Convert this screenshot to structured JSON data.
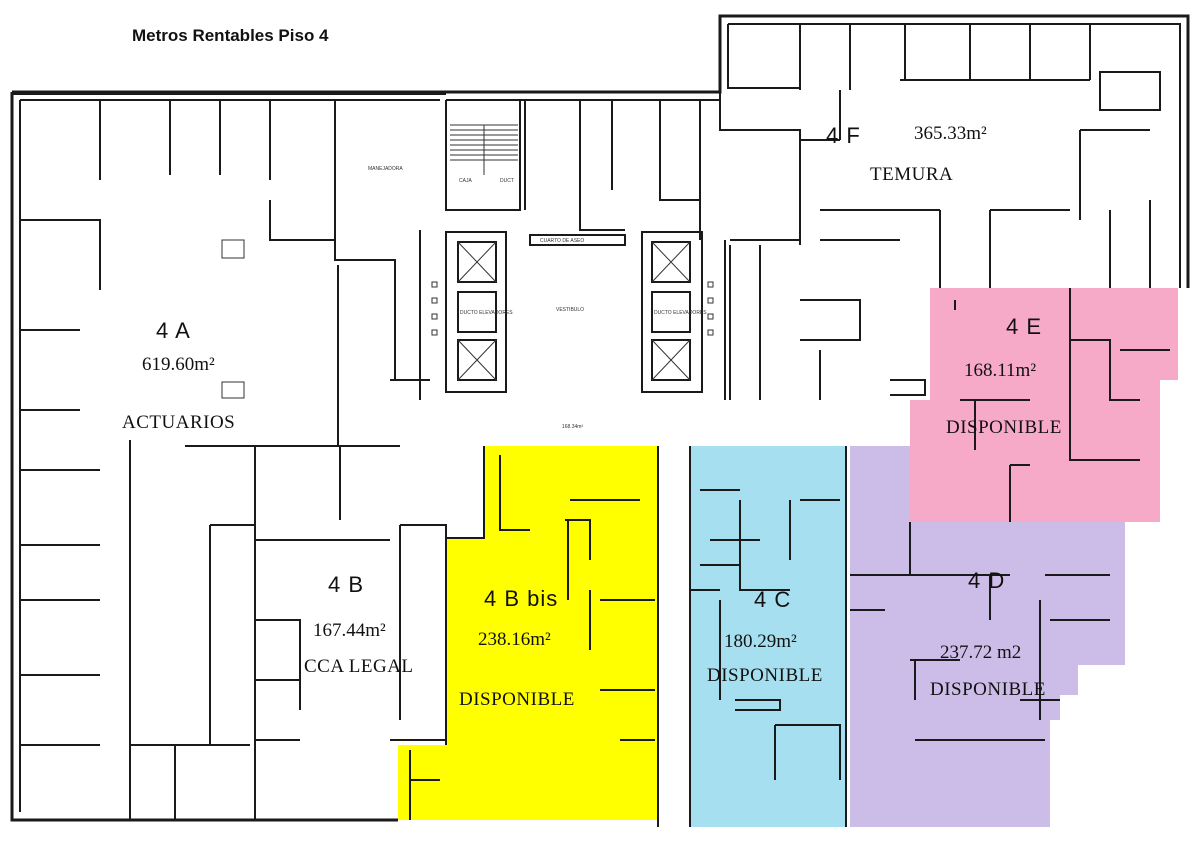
{
  "title": "Metros Rentables Piso 4",
  "colors": {
    "b_bis": "#ffff00",
    "c": "#a6dff0",
    "d": "#cbbde8",
    "e": "#f7a9c8",
    "walls": "#1a1a1a"
  },
  "units": {
    "a": {
      "name": "4  A",
      "area": "619.60m²",
      "tenant": "ACTUARIOS"
    },
    "b": {
      "name": "4  B",
      "area": "167.44m²",
      "tenant": "CCA LEGAL"
    },
    "b_bis": {
      "name": "4  B bis",
      "area": "238.16m²",
      "tenant": "DISPONIBLE"
    },
    "c": {
      "name": "4 C",
      "area": "180.29m²",
      "tenant": "DISPONIBLE"
    },
    "d": {
      "name": "4 D",
      "area": "237.72 m2",
      "tenant": "DISPONIBLE"
    },
    "e": {
      "name": "4 E",
      "area": "168.11m²",
      "tenant": "DISPONIBLE"
    },
    "f": {
      "name": "4 F",
      "area": "365.33m²",
      "tenant": "TEMURA"
    }
  },
  "core_labels": {
    "manejadora": "MANEJADORA",
    "caja": "CAJA",
    "ducto": "DUCT",
    "cuarto": "CUARTO DE ASEO",
    "vestibulo": "VESTIBULO",
    "ducto_elev_left": "DUCTO ELEVADORES",
    "ducto_elev_right": "DUCTO ELEVADORES",
    "hall_area": "168.34m²"
  }
}
